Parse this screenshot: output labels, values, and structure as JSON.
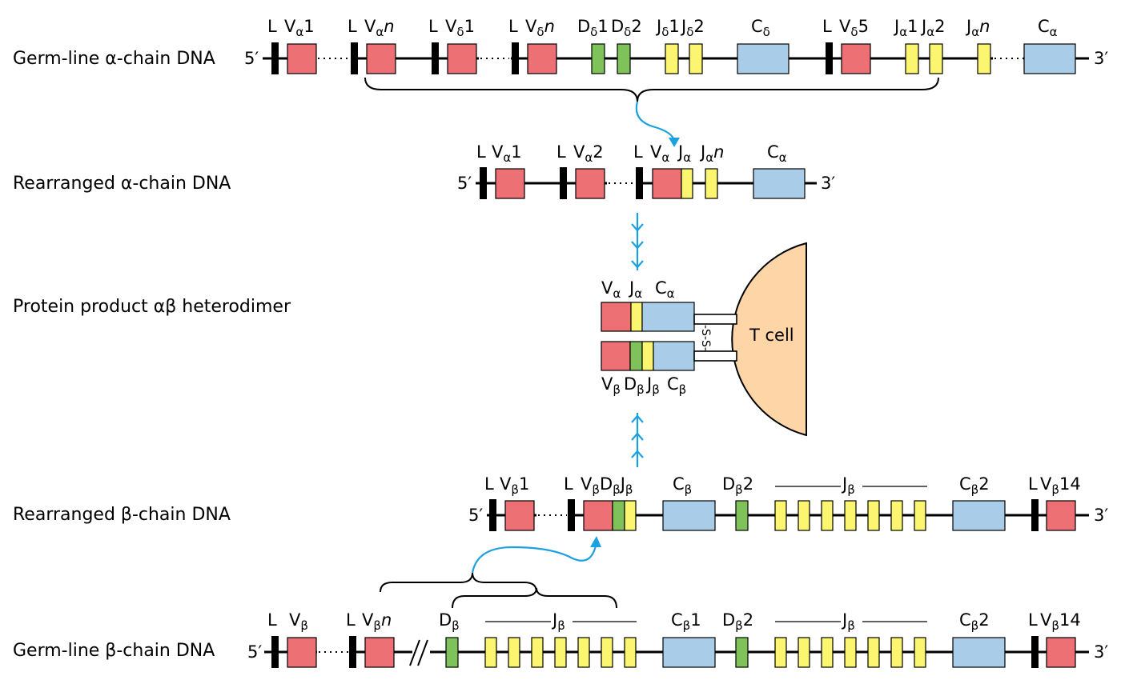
{
  "rows": {
    "germline_alpha": "Germ-line α-chain DNA",
    "rearranged_alpha": "Rearranged α-chain DNA",
    "protein": "Protein product αβ heterodimer",
    "rearranged_beta": "Rearranged β-chain DNA",
    "germline_beta": "Germ-line β-chain DNA"
  },
  "ends": {
    "five": "5′",
    "three": "3′"
  },
  "alpha_germline_labels": {
    "l1": "L",
    "va1": "V",
    "va1_sub": "α",
    "va1_num": "1",
    "l2": "L",
    "van": "V",
    "van_sub": "α",
    "van_n": "n",
    "l3": "L",
    "vd1": "V",
    "vd1_sub": "δ",
    "vd1_num": "1",
    "l4": "L",
    "vdn": "V",
    "vdn_sub": "δ",
    "vdn_n": "n",
    "dd1": "D",
    "dd1_sub": "δ",
    "dd1_num": "1",
    "dd2": "D",
    "dd2_sub": "δ",
    "dd2_num": "2",
    "jd1": "J",
    "jd1_sub": "δ",
    "jd1_num": "1",
    "jd2": "J",
    "jd2_sub": "δ",
    "jd2_num": "2",
    "cd": "C",
    "cd_sub": "δ",
    "l5": "L",
    "vd5": "V",
    "vd5_sub": "δ",
    "vd5_num": "5",
    "ja1": "J",
    "ja1_sub": "α",
    "ja1_num": "1",
    "ja2": "J",
    "ja2_sub": "α",
    "ja2_num": "2",
    "jan": "J",
    "jan_sub": "α",
    "jan_n": "n",
    "ca": "C",
    "ca_sub": "α"
  },
  "alpha_rearranged_labels": {
    "l1": "L",
    "va1": "V",
    "va1_sub": "α",
    "va1_num": "1",
    "l2": "L",
    "va2": "V",
    "va2_sub": "α",
    "va2_num": "2",
    "l3": "L",
    "va": "V",
    "va_sub": "α",
    "ja": "J",
    "ja_sub": "α",
    "jan": "J",
    "jan_sub": "α",
    "jan_n": "n",
    "ca": "C",
    "ca_sub": "α"
  },
  "protein_labels": {
    "va": "V",
    "va_sub": "α",
    "ja": "J",
    "ja_sub": "α",
    "ca": "C",
    "ca_sub": "α",
    "vb": "V",
    "vb_sub": "β",
    "db": "D",
    "db_sub": "β",
    "jb": "J",
    "jb_sub": "β",
    "cb": "C",
    "cb_sub": "β",
    "disulfide": "-S-S-",
    "tcell": "T cell"
  },
  "beta_rearranged_labels": {
    "l1": "L",
    "vb1": "V",
    "vb1_sub": "β",
    "vb1_num": "1",
    "l2": "L",
    "vb": "V",
    "vb_sub": "β",
    "db": "D",
    "db_sub": "β",
    "jb": "J",
    "jb_sub": "β",
    "cb": "C",
    "cb_sub": "β",
    "db2": "D",
    "db2_sub": "β",
    "db2_num": "2",
    "jbgroup": "J",
    "jbgroup_sub": "β",
    "cb2": "C",
    "cb2_sub": "β",
    "cb2_num": "2",
    "l3": "L",
    "vb14": "V",
    "vb14_sub": "β",
    "vb14_num": "14"
  },
  "beta_germline_labels": {
    "l1": "L",
    "vb": "V",
    "vb_sub": "β",
    "l2": "L",
    "vbn": "V",
    "vbn_sub": "β",
    "vbn_n": "n",
    "db": "D",
    "db_sub": "β",
    "jbgroup1": "J",
    "jbgroup1_sub": "β",
    "cb1": "C",
    "cb1_sub": "β",
    "cb1_num": "1",
    "db2": "D",
    "db2_sub": "β",
    "db2_num": "2",
    "jbgroup2": "J",
    "jbgroup2_sub": "β",
    "cb2": "C",
    "cb2_sub": "β",
    "cb2_num": "2",
    "l3": "L",
    "vb14": "V",
    "vb14_sub": "β",
    "vb14_num": "14"
  },
  "colors": {
    "v_segment": "#ec7074",
    "d_segment": "#7fc25a",
    "j_segment": "#fbf56f",
    "c_segment": "#a9cde8",
    "t_cell": "#fdd5a6",
    "arrow": "#1ba1e2"
  }
}
